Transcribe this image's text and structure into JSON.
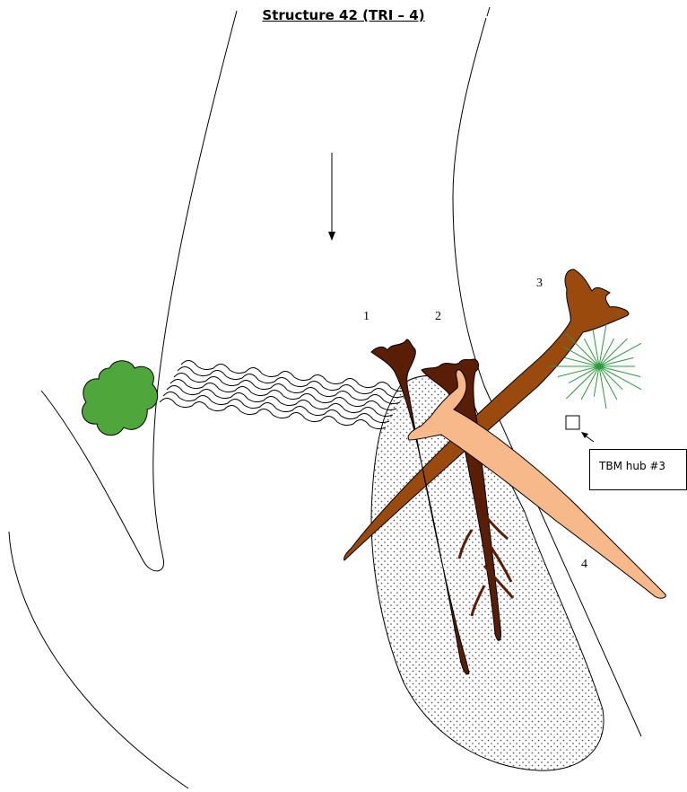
{
  "title": "Structure 42 (TRI – 4)",
  "labels": {
    "log1": "1",
    "log2": "2",
    "log3": "3",
    "log4": "4"
  },
  "callout": "TBM hub #3",
  "colors": {
    "log_dark": "#5a1e06",
    "log_medium": "#9a4a0c",
    "log_light": "#f8b98a",
    "bush": "#4fa63a",
    "needles": "#2e9a3e"
  }
}
